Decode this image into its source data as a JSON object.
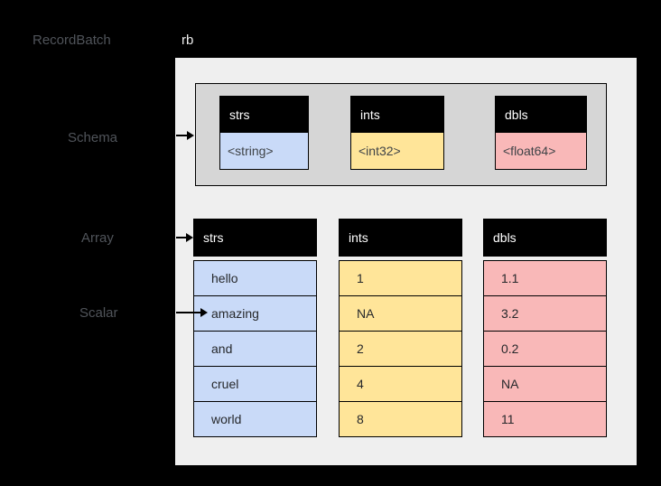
{
  "diagram": {
    "title_row": {
      "class_label": "RecordBatch",
      "instance_label": "rb"
    },
    "row_labels": {
      "schema": "Schema",
      "array": "Array",
      "scalar": "Scalar"
    },
    "schema": {
      "fields": [
        {
          "name": "strs",
          "type": "<string>",
          "color": "#c9daf8"
        },
        {
          "name": "ints",
          "type": "<int32>",
          "color": "#ffe599"
        },
        {
          "name": "dbls",
          "type": "<float64>",
          "color": "#f9b8b8"
        }
      ]
    },
    "arrays": [
      {
        "name": "strs",
        "color": "#c9daf8",
        "values": [
          "hello",
          "amazing",
          "and",
          "cruel",
          "world"
        ]
      },
      {
        "name": "ints",
        "color": "#ffe599",
        "values": [
          "1",
          "NA",
          "2",
          "4",
          "8"
        ]
      },
      {
        "name": "dbls",
        "color": "#f9b8b8",
        "values": [
          "1.1",
          "3.2",
          "0.2",
          "NA",
          "11"
        ]
      }
    ],
    "scalar_target": {
      "array": "strs",
      "row_index": 1,
      "value": "amazing"
    },
    "palette": {
      "background": "#000000",
      "record_batch_panel": "#efefef",
      "schema_panel": "#d6d6d6",
      "header_bg": "#000000",
      "header_text": "#ffffff",
      "side_label_text": "#50545a"
    }
  }
}
